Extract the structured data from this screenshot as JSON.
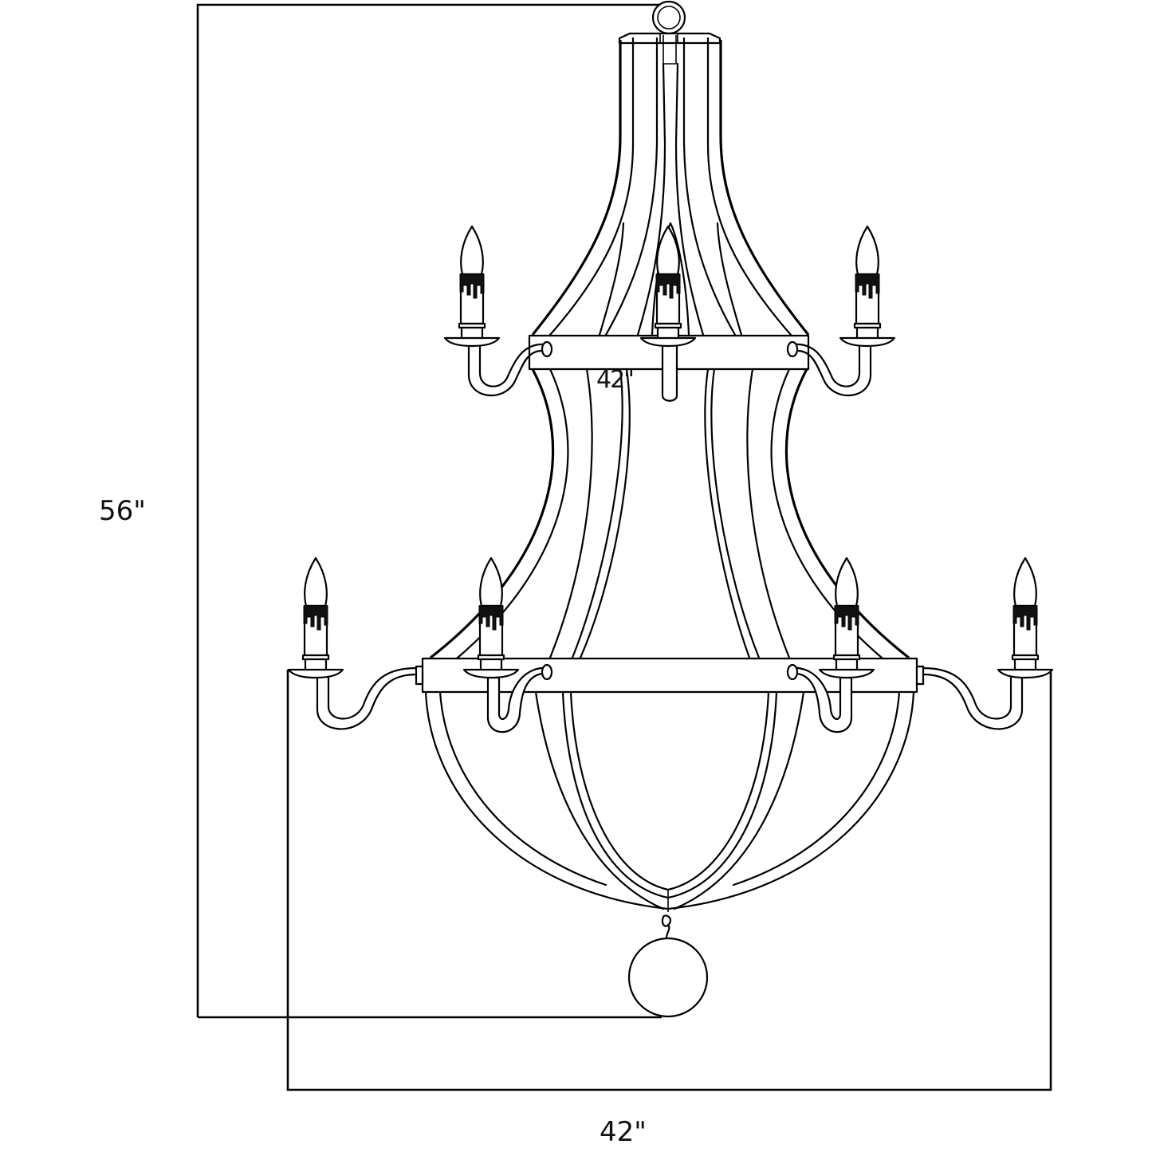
{
  "drawing": {
    "subject": "Two-tier wood-strap candle chandelier, front elevation line drawing",
    "line_color": "#000000",
    "background": "#ffffff"
  },
  "dimensions": {
    "height": {
      "label": "56\"",
      "value": 56,
      "unit": "in"
    },
    "width": {
      "label": "42\"",
      "value": 42,
      "unit": "in"
    },
    "overlapping_label": {
      "label": "42\""
    }
  },
  "components": {
    "upper_tier_candles": 3,
    "lower_tier_candles": 4,
    "total_candles": 7,
    "top_ring": "hanging-loop",
    "bottom_finial": "ball-finial"
  }
}
